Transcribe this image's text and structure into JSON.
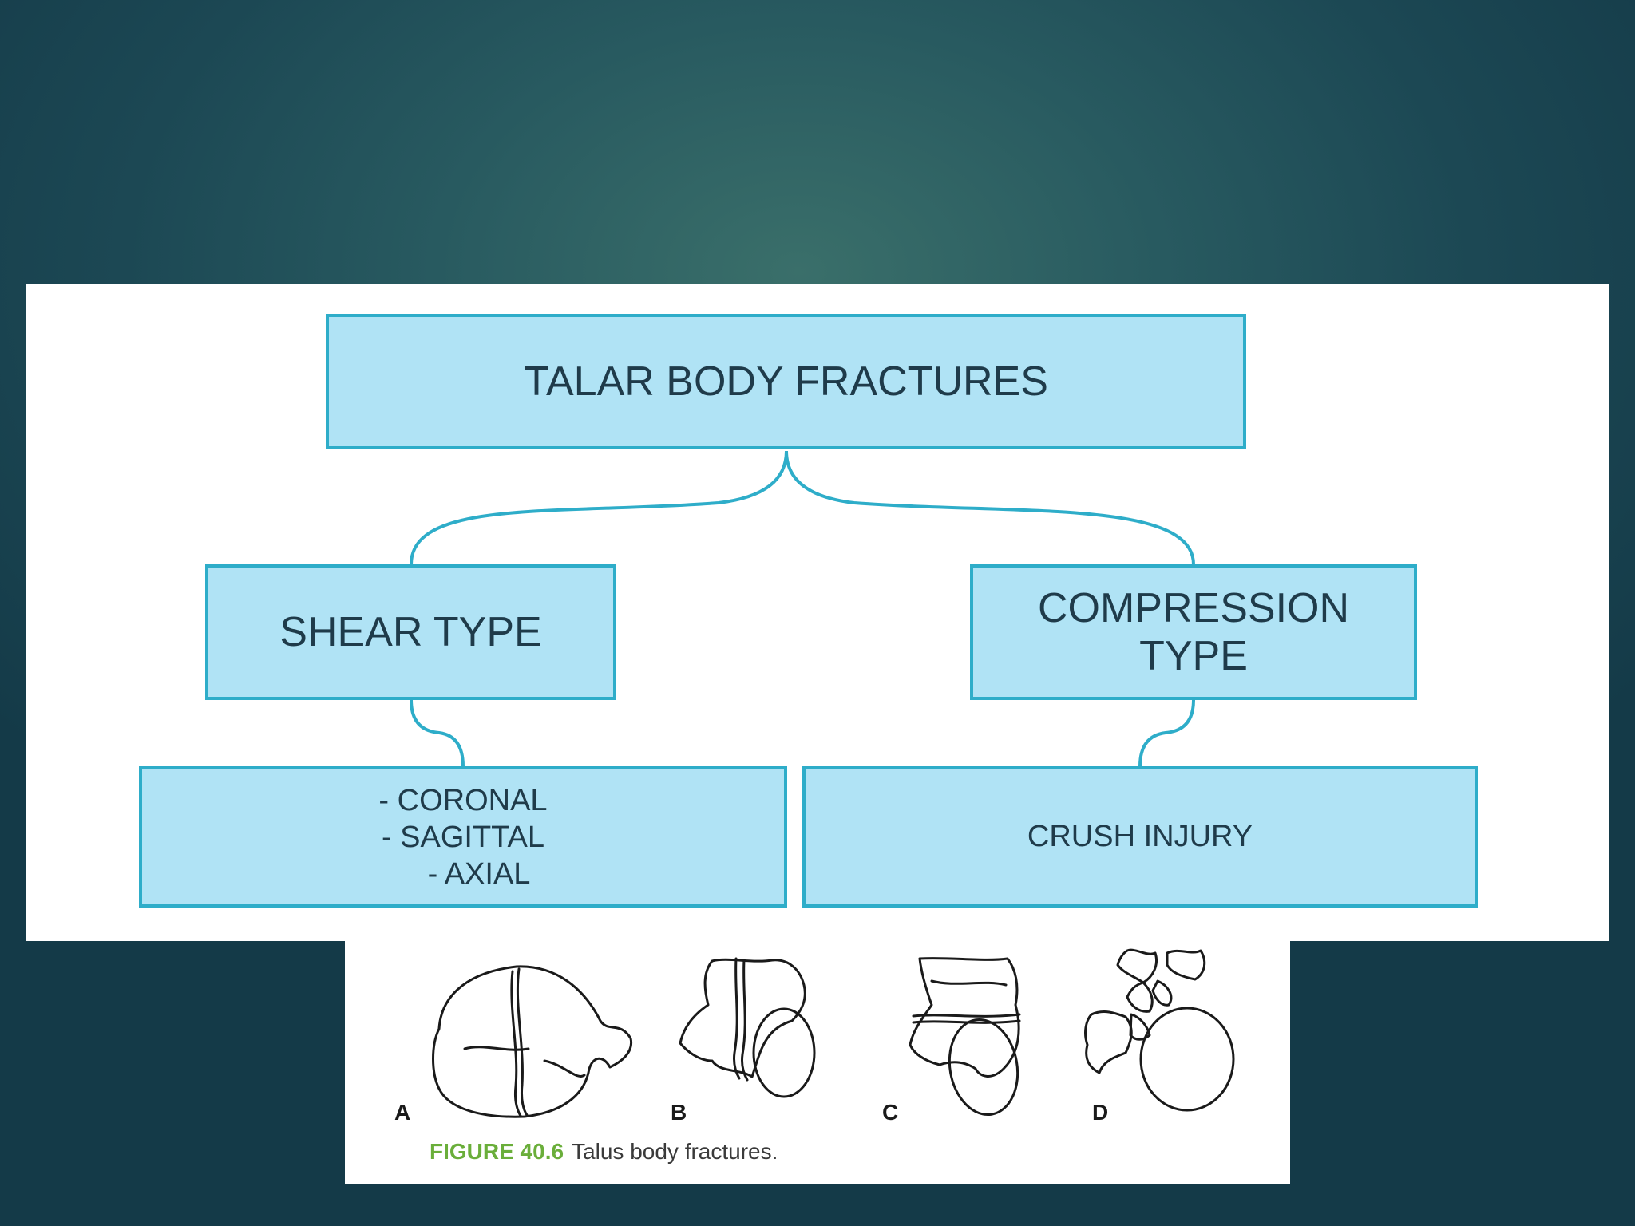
{
  "diagram": {
    "root": "TALAR BODY FRACTURES",
    "shear_type": "SHEAR TYPE",
    "compression_type": [
      "COMPRESSION",
      "TYPE"
    ],
    "shear_subtypes": [
      "- CORONAL",
      "- SAGITTAL",
      "- AXIAL"
    ],
    "compression_subtype": "CRUSH INJURY"
  },
  "figure": {
    "panel_letters": [
      "A",
      "B",
      "C",
      "D"
    ],
    "caption_label": "FIGURE 40.6",
    "caption_text": "Talus body fractures."
  },
  "colors": {
    "box_fill": "#b0e3f5",
    "box_border": "#2eadc9",
    "box_text": "#1f3b4a",
    "caption_label": "#6aae3a",
    "background": "#1c4854"
  }
}
